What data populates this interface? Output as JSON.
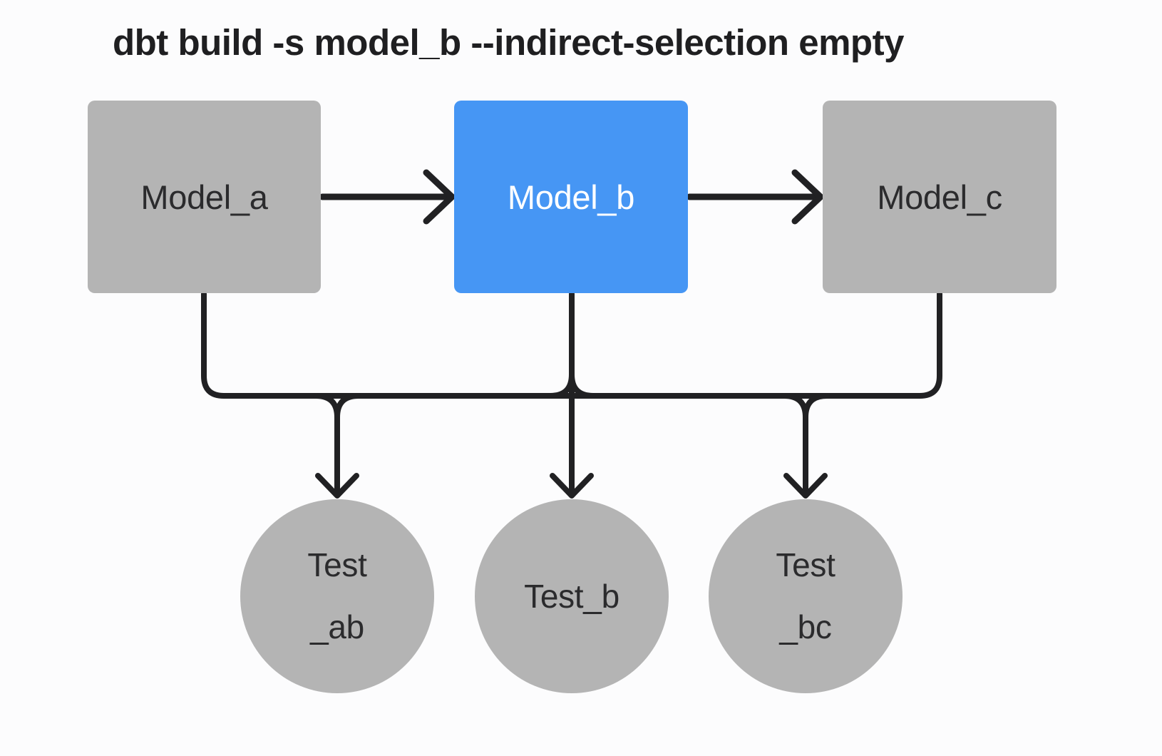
{
  "title": "dbt build -s model_b --indirect-selection empty",
  "diagram": {
    "models": [
      {
        "id": "model_a",
        "label": "Model_a",
        "selected": false
      },
      {
        "id": "model_b",
        "label": "Model_b",
        "selected": true
      },
      {
        "id": "model_c",
        "label": "Model_c",
        "selected": false
      }
    ],
    "tests": [
      {
        "id": "test_ab",
        "lines": [
          "Test",
          "_ab"
        ]
      },
      {
        "id": "test_b",
        "lines": [
          "Test_b"
        ]
      },
      {
        "id": "test_bc",
        "lines": [
          "Test",
          "_bc"
        ]
      }
    ],
    "edges": [
      "model_a -> model_b",
      "model_b -> model_c",
      "model_a -> test_ab",
      "model_b -> test_ab",
      "model_b -> test_b",
      "model_b -> test_bc",
      "model_c -> test_bc"
    ]
  },
  "colors": {
    "background": "#fcfcfd",
    "node_default": "#b4b4b4",
    "node_selected": "#4696f4",
    "edge": "#212123",
    "text_dark": "#2b2b2d",
    "text_light": "#ffffff",
    "title": "#1f1f21"
  }
}
